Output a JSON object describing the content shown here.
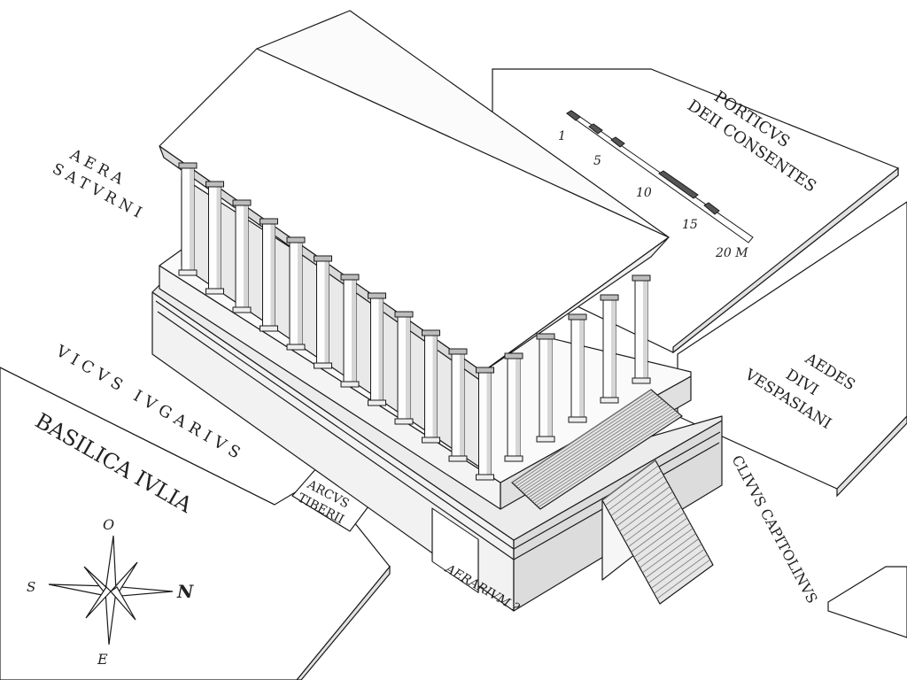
{
  "labels": {
    "aera_line1": "AERA",
    "aera_line2": "SATVRNI",
    "porticus_line1": "PORTICVS",
    "porticus_line2": "DEII CONSENTES",
    "vicus": "VICVS IVGARIVS",
    "basilica": "BASILICA IVLIA",
    "arcus_line1": "ARCVS",
    "arcus_line2": "TIBERII",
    "aedes_line1": "AEDES",
    "aedes_line2": "DIVI",
    "aedes_line3": "VESPASIANI",
    "clivus": "CLIVVS CAPITOLINVS",
    "aerarium": "AERARIVM ?"
  },
  "scale": {
    "ticks": [
      "1",
      "5",
      "10",
      "15",
      "20 M"
    ]
  },
  "compass": {
    "n": "N",
    "s": "S",
    "o": "O",
    "e": "E"
  },
  "colors": {
    "line": "#1a1a1a",
    "light": "#f4f4f4",
    "mid": "#e6e6e6",
    "shade": "#d0d0d0",
    "dark": "#555555"
  }
}
